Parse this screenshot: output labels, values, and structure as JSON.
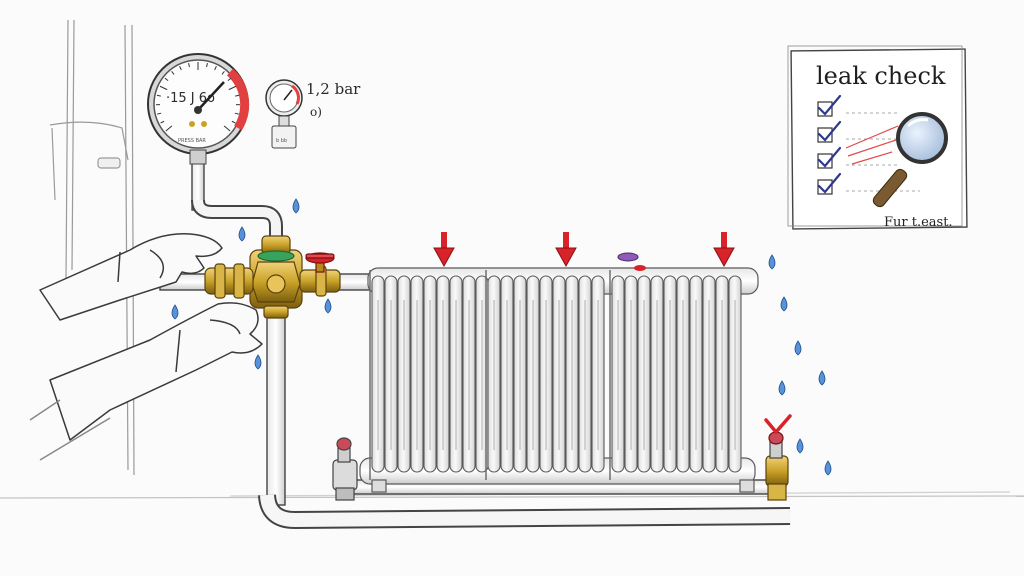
{
  "main_gauge": {
    "dial_text": "·15  J  6o",
    "scale_text": "PRESS BAR"
  },
  "small_gauge": {
    "value_text": "1,2 bar",
    "subtext": "o)",
    "tag_text": "b bb"
  },
  "leak_check_note": {
    "title": "leak check",
    "items_checked": 4,
    "footer_text": "Fur t.east."
  },
  "colors": {
    "brass": "#c9a227",
    "brass_dark": "#8a6a12",
    "red_marker": "#d8232a",
    "water": "#3b7fd0",
    "pencil": "#3a3a3a",
    "checkmark": "#2e3a8c"
  },
  "icons": {
    "pressure_gauge": "pressure-gauge-icon",
    "magnifier": "magnifying-glass-icon",
    "checkbox": "checkbox-checked-icon",
    "arrow": "red-down-arrow-icon",
    "droplet": "water-droplet-icon"
  }
}
